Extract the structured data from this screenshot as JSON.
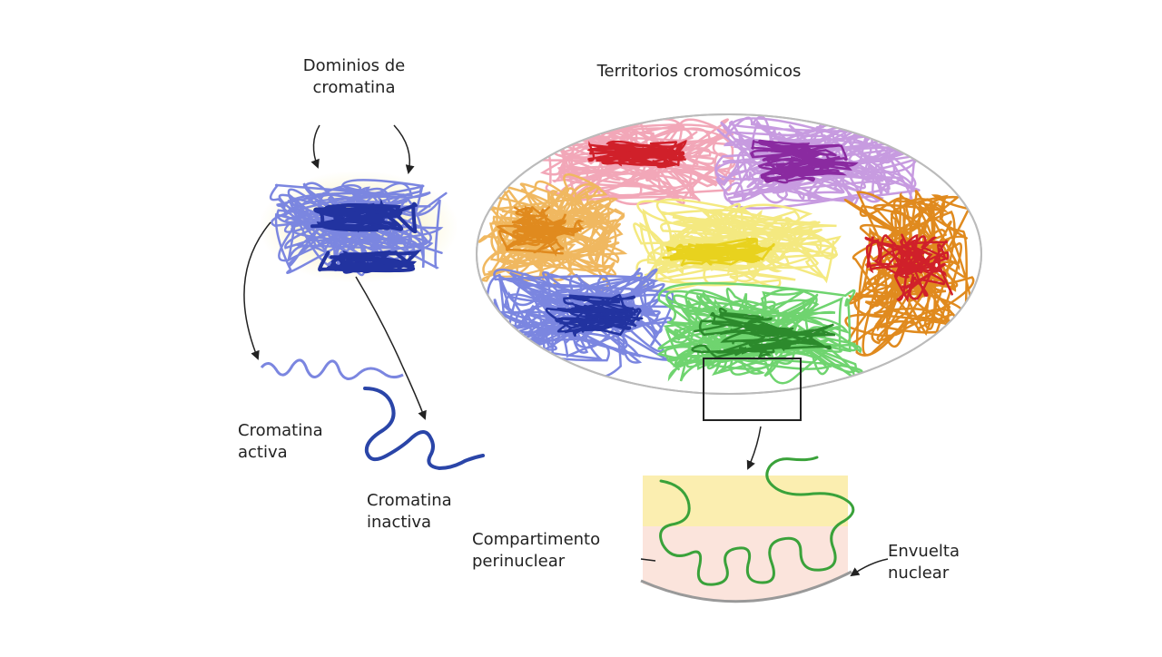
{
  "labels": {
    "chromatin_domains": "Dominios de\ncromatina",
    "chromosome_territories": "Territorios cromosómicos",
    "active_chromatin": "Cromatina\nactiva",
    "inactive_chromatin": "Cromatina\ninactiva",
    "perinuclear_compartment": "Compartimento\nperinuclear",
    "nuclear_envelope": "Envuelta\nnuclear"
  },
  "colors": {
    "red": "#d0202a",
    "pink": "#f2a7b8",
    "purple": "#8a2aa0",
    "lilac": "#c79be0",
    "orange": "#e08a1e",
    "orange_light": "#f0b860",
    "yellow": "#e8d21e",
    "yellow_light": "#f4e980",
    "blue": "#2233a0",
    "blue_light": "#7b86e0",
    "green": "#2c8a2c",
    "green_light": "#6fd46f",
    "ellipse_outline": "#bbbbbb",
    "zone_yellow": "#fbeeb0",
    "zone_peach": "#fbe4dc",
    "envelope": "#999999"
  }
}
